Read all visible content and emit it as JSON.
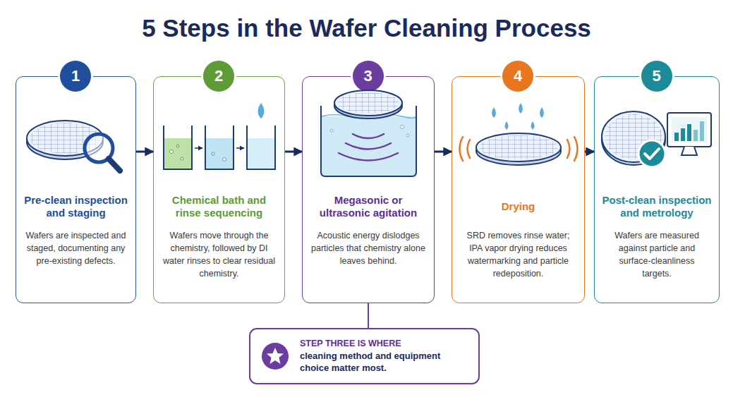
{
  "diagram": {
    "title": "5 Steps in the Wafer Cleaning Process",
    "nodes": [
      {
        "text": [
          "Pre-clean inspection and staging",
          "Wafers are inspected and staged, documenting any pre-existing defects."
        ]
      },
      {
        "text": [
          "1"
        ],
        "in": 0
      },
      {
        "text": [
          "Chemical bath and rinse sequencing",
          "Wafers move through the chemistry, followed by DI water rinses to clear residual chemistry."
        ]
      },
      {
        "text": [
          "2"
        ],
        "in": 2
      },
      {
        "text": [
          "Megasonic or ultrasonic agitation",
          "Acoustic energy dislodges particles that chemistry alone leaves behind."
        ]
      },
      {
        "text": [
          "3"
        ],
        "in": 4
      },
      {
        "text": [
          "Drying",
          "SRD removes rinse water; IPA vapor drying reduces watermarking and particle redeposition."
        ]
      },
      {
        "text": [
          "4"
        ],
        "in": 6
      },
      {
        "text": [
          "Post-clean inspection and metrology",
          "Wafers are measured against particle and surface-cleanliness targets."
        ]
      },
      {
        "text": [
          "5"
        ],
        "in": 8
      },
      {
        "text": [
          "STEP THREE IS WHERE",
          "cleaning method and equipment choice matter most."
        ]
      }
    ],
    "edges": [
      {
        "from": 0,
        "to": 2,
        "arrow": "to"
      },
      {
        "from": 2,
        "to": 4,
        "arrow": "to"
      },
      {
        "from": 4,
        "to": 6,
        "arrow": "to"
      },
      {
        "from": 6,
        "to": 8,
        "arrow": "to"
      },
      {
        "from": 4,
        "to": 10,
        "arrow": "none"
      }
    ]
  }
}
